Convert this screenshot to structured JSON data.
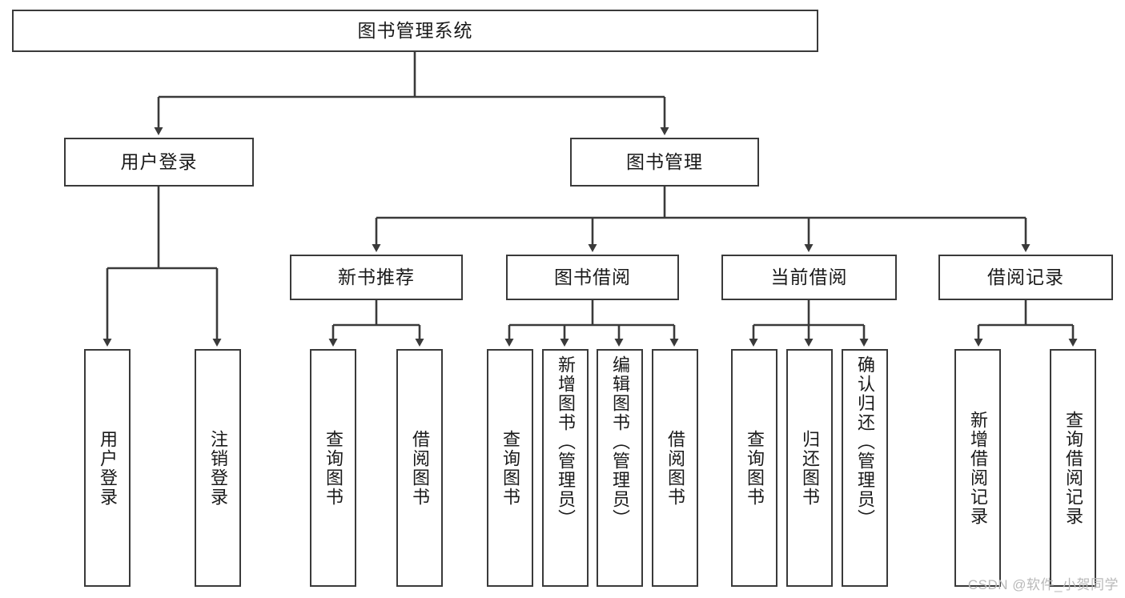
{
  "diagram": {
    "type": "tree-hierarchy",
    "title": "图书管理系统",
    "watermark": "CSDN @软件_小贺同学",
    "colors": {
      "stroke": "#3a3a3a",
      "fill": "#ffffff",
      "text": "#1a1a1a",
      "watermark": "#b9b9b9"
    },
    "levels": [
      {
        "level": 1,
        "nodes": [
          {
            "id": "root",
            "label": "图书管理系统",
            "orientation": "horizontal"
          }
        ]
      },
      {
        "level": 2,
        "nodes": [
          {
            "id": "login",
            "label": "用户登录",
            "orientation": "horizontal",
            "parent": "root"
          },
          {
            "id": "bookmgmt",
            "label": "图书管理",
            "orientation": "horizontal",
            "parent": "root"
          }
        ]
      },
      {
        "level": 3,
        "nodes": [
          {
            "id": "newbook",
            "label": "新书推荐",
            "orientation": "horizontal",
            "parent": "bookmgmt"
          },
          {
            "id": "borrow",
            "label": "图书借阅",
            "orientation": "horizontal",
            "parent": "bookmgmt"
          },
          {
            "id": "current",
            "label": "当前借阅",
            "orientation": "horizontal",
            "parent": "bookmgmt"
          },
          {
            "id": "records",
            "label": "借阅记录",
            "orientation": "horizontal",
            "parent": "bookmgmt"
          }
        ]
      },
      {
        "level": 4,
        "nodes": [
          {
            "id": "leaf1",
            "label": "用户登录",
            "orientation": "vertical",
            "parent": "login"
          },
          {
            "id": "leaf2",
            "label": "注销登录",
            "orientation": "vertical",
            "parent": "login"
          },
          {
            "id": "leaf3",
            "label": "查询图书",
            "orientation": "vertical",
            "parent": "newbook"
          },
          {
            "id": "leaf4",
            "label": "借阅图书",
            "orientation": "vertical",
            "parent": "newbook"
          },
          {
            "id": "leaf5",
            "label": "查询图书",
            "orientation": "vertical",
            "parent": "borrow"
          },
          {
            "id": "leaf6",
            "label": "新增图书（管理员）",
            "orientation": "vertical",
            "parent": "borrow"
          },
          {
            "id": "leaf7",
            "label": "编辑图书（管理员）",
            "orientation": "vertical",
            "parent": "borrow"
          },
          {
            "id": "leaf8",
            "label": "借阅图书",
            "orientation": "vertical",
            "parent": "borrow"
          },
          {
            "id": "leaf9",
            "label": "查询图书",
            "orientation": "vertical",
            "parent": "current"
          },
          {
            "id": "leaf10",
            "label": "归还图书",
            "orientation": "vertical",
            "parent": "current"
          },
          {
            "id": "leaf11",
            "label": "确认归还（管理员）",
            "orientation": "vertical",
            "parent": "current"
          },
          {
            "id": "leaf12",
            "label": "新增借阅记录",
            "orientation": "vertical",
            "parent": "records"
          },
          {
            "id": "leaf13",
            "label": "查询借阅记录",
            "orientation": "vertical",
            "parent": "records"
          }
        ]
      }
    ]
  }
}
